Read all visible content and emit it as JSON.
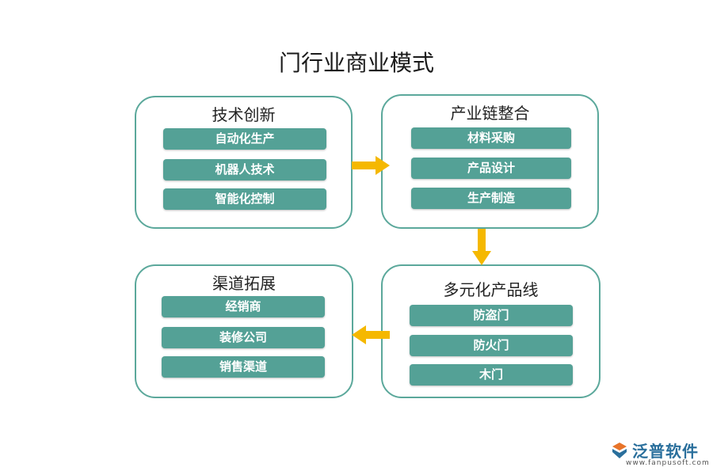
{
  "title": "门行业商业模式",
  "panels": [
    {
      "title": "技术创新",
      "items": [
        "自动化生产",
        "机器人技术",
        "智能化控制"
      ]
    },
    {
      "title": "产业链整合",
      "items": [
        "材料采购",
        "产品设计",
        "生产制造"
      ]
    },
    {
      "title": "多元化产品线",
      "items": [
        "防盗门",
        "防火门",
        "木门"
      ]
    },
    {
      "title": "渠道拓展",
      "items": [
        "经销商",
        "装修公司",
        "销售渠道"
      ]
    }
  ],
  "colors": {
    "accent": "#5ba89b",
    "item_fill": "#54a196",
    "arrow": "#f5b800"
  },
  "logo": {
    "name": "泛普软件",
    "url": "www.fanpusoft.com",
    "icon": "fanpu-logo-icon"
  }
}
